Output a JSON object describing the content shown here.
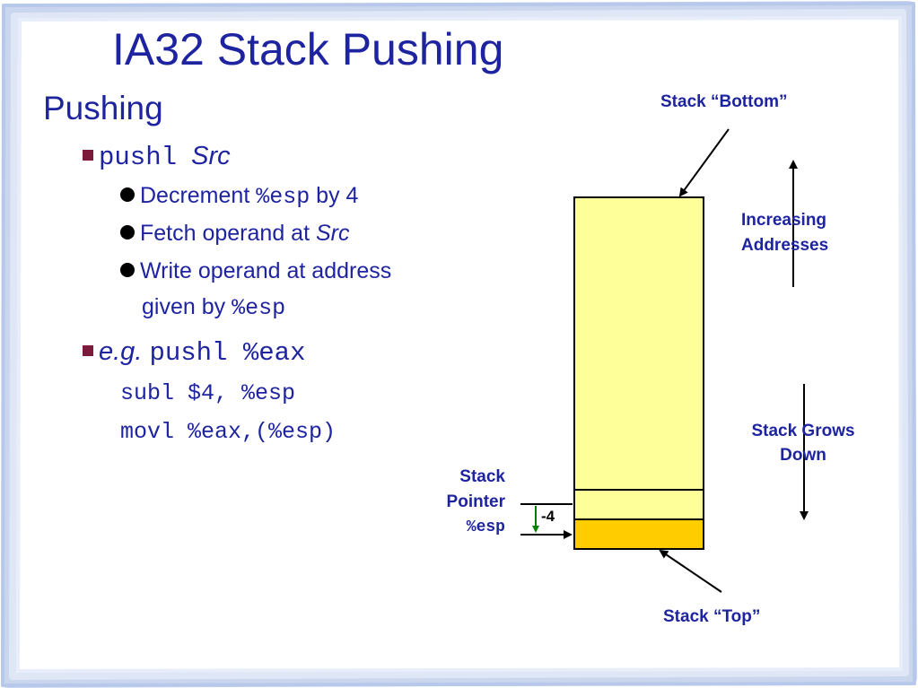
{
  "slide": {
    "title": "IA32 Stack Pushing",
    "heading": "Pushing",
    "bullet1": {
      "code": "pushl",
      "italic": "Src"
    },
    "subbullets": [
      {
        "pre": "Decrement ",
        "code": "%esp",
        "post": " by 4"
      },
      {
        "pre": "Fetch operand at ",
        "italic": "Src"
      },
      {
        "line1": "Write operand at address",
        "line2_pre": "given by ",
        "line2_code": "%esp"
      }
    ],
    "bullet2": {
      "italic": "e.g.",
      "code": "pushl %eax"
    },
    "code_lines": [
      "subl $4, %esp",
      "movl %eax,(%esp)"
    ]
  },
  "diagram": {
    "stack_bottom": "Stack “Bottom”",
    "stack_top": "Stack “Top”",
    "increasing": [
      "Increasing",
      "Addresses"
    ],
    "grows": [
      "Stack Grows",
      "Down"
    ],
    "pointer": [
      "Stack",
      "Pointer"
    ],
    "pointer_reg": "%esp",
    "delta": "-4",
    "colors": {
      "stack_fill": "#ffff99",
      "top_fill": "#ffcc00",
      "label": "#1e24a0",
      "arrow": "#000000",
      "delta_arrow": "#008000"
    }
  }
}
